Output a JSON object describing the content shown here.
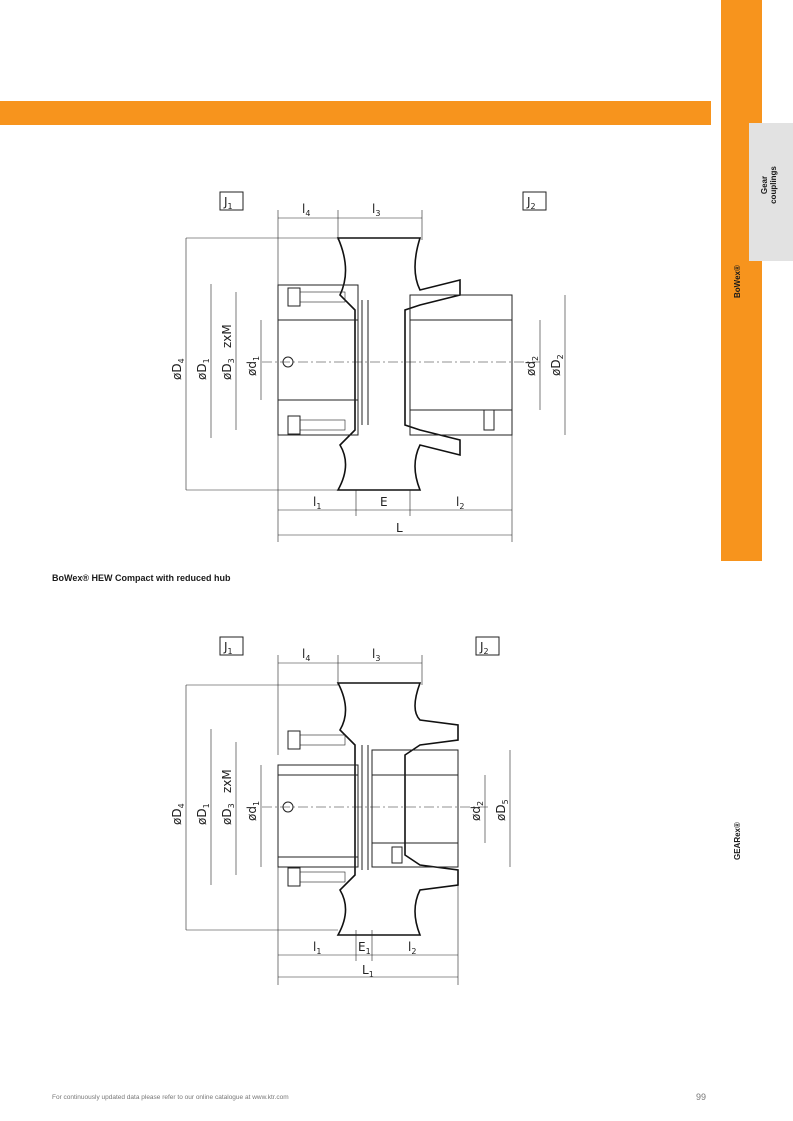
{
  "side_tabs": {
    "gear_line1": "Gear",
    "gear_line2": "couplings",
    "bowex": "BoWex®",
    "gearex": "GEARex®"
  },
  "caption": "BoWex® HEW Compact with reduced hub",
  "footer": "For continuously updated data please refer to our online catalogue at www.ktr.com",
  "page_number": "99",
  "drawing1": {
    "J1": "J",
    "J1_sub": "1",
    "J2": "J",
    "J2_sub": "2",
    "l4": "l",
    "l4_sub": "4",
    "l3": "l",
    "l3_sub": "3",
    "l1": "l",
    "l1_sub": "1",
    "E": "E",
    "l2": "l",
    "l2_sub": "2",
    "L": "L",
    "D4": "øD",
    "D4_sub": "4",
    "D1": "øD",
    "D1_sub": "1",
    "D3": "øD",
    "D3_sub": "3",
    "zxM": "zxM",
    "d1": "ød",
    "d1_sub": "1",
    "d2": "ød",
    "d2_sub": "2",
    "D2": "øD",
    "D2_sub": "2"
  },
  "drawing2": {
    "J1": "J",
    "J1_sub": "1",
    "J2": "J",
    "J2_sub": "2",
    "l4": "l",
    "l4_sub": "4",
    "l3": "l",
    "l3_sub": "3",
    "l1": "l",
    "l1_sub": "1",
    "E1": "E",
    "E1_sub": "1",
    "l2": "l",
    "l2_sub": "2",
    "L1": "L",
    "L1_sub": "1",
    "D4": "øD",
    "D4_sub": "4",
    "D1": "øD",
    "D1_sub": "1",
    "D3": "øD",
    "D3_sub": "3",
    "zxM": "zxM",
    "d1": "ød",
    "d1_sub": "1",
    "d2": "ød",
    "d2_sub": "2",
    "D5": "øD",
    "D5_sub": "5"
  }
}
